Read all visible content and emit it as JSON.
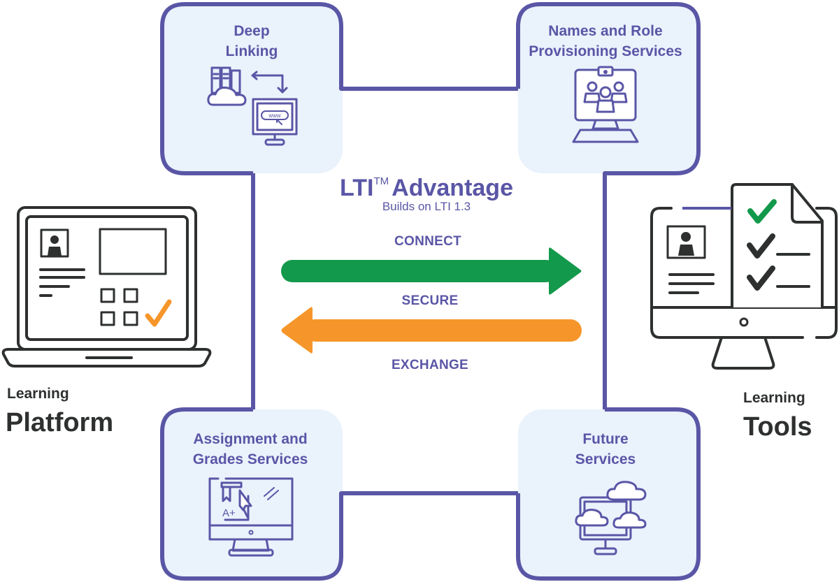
{
  "diagram": {
    "title": "LTI",
    "trademark": "TM",
    "title_suffix": "Advantage",
    "subtitle": "Builds on LTI 1.3",
    "colors": {
      "accent_purple": "#5a56a6",
      "box_fill": "#eaf2fc",
      "connect_green": "#13994b",
      "exchange_orange": "#f6962a",
      "icon_dark": "#2e3030"
    },
    "flows": {
      "connect": "CONNECT",
      "secure": "SECURE",
      "exchange": "EXCHANGE"
    },
    "services": {
      "deep_linking": {
        "title": "Deep\nLinking",
        "icon": "cloud-server-to-web-icon"
      },
      "names_roles": {
        "title": "Names and Role\nProvisioning Services",
        "icon": "group-on-monitor-icon"
      },
      "assignment_grades": {
        "title": "Assignment and\nGrades Services",
        "icon": "graded-assignment-monitor-icon"
      },
      "future": {
        "title": "Future\nServices",
        "icon": "clouds-monitor-icon"
      }
    },
    "platform": {
      "line1": "Learning",
      "line2": "Platform",
      "icon": "laptop-dashboard-icon"
    },
    "tools": {
      "line1": "Learning",
      "line2": "Tools",
      "icon": "desktop-checklist-icon"
    }
  }
}
